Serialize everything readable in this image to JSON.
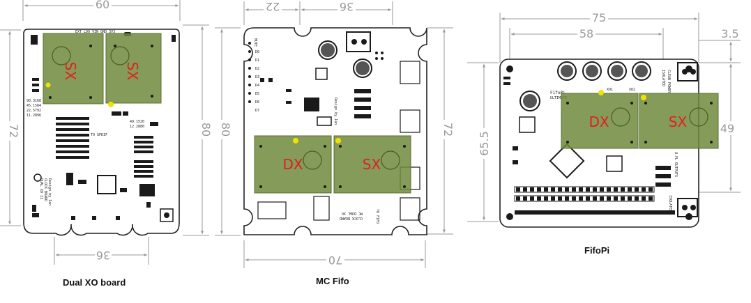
{
  "boards": [
    {
      "id": "dualxo",
      "caption": "Dual XO board",
      "silk_texts": [
        "EXT LDO VIN GND 3V3",
        "90.3168",
        "45.1584",
        "22.5792",
        "11.2896",
        "TO SPDIF",
        "49.1520",
        "12.2880",
        "DUAL XO II",
        "CLOCK BOARD",
        "Design by Ian"
      ],
      "modules": [
        {
          "label": "SX"
        },
        {
          "label": "SX"
        }
      ],
      "dims": [
        "60",
        "72",
        "80",
        "36"
      ]
    },
    {
      "id": "mcfifo",
      "caption": "MC Fifo",
      "silk_texts": [
        "MUTE",
        "D0",
        "D1",
        "D2",
        "D3",
        "D4",
        "D5",
        "D6",
        "D7",
        "Design by Ian",
        "MC DUAL XO",
        "CLOCK BOARD",
        "TO FIFO"
      ],
      "modules": [
        {
          "label": "DX"
        },
        {
          "label": "SX"
        }
      ],
      "dims": [
        "22",
        "36",
        "80",
        "72",
        "70"
      ]
    },
    {
      "id": "fifopi",
      "caption": "FifoPi",
      "silk_texts": [
        "FifoPi",
        "ULTIMATE",
        "XO1",
        "XO2",
        "U.FL OUTPUTS",
        "ISOLATED",
        "CLEAN POWER",
        "ISOLATED"
      ],
      "modules": [
        {
          "label": "DX"
        },
        {
          "label": "SX"
        }
      ],
      "dims": [
        "75",
        "58",
        "3.5",
        "65.5",
        "49"
      ]
    }
  ],
  "colors": {
    "module_fill": "#6f8a3c",
    "module_label": "#e02020",
    "pin1_dot": "#f2e200",
    "dimension_line": "#9a9a9a",
    "pcb_outline": "#222222"
  }
}
